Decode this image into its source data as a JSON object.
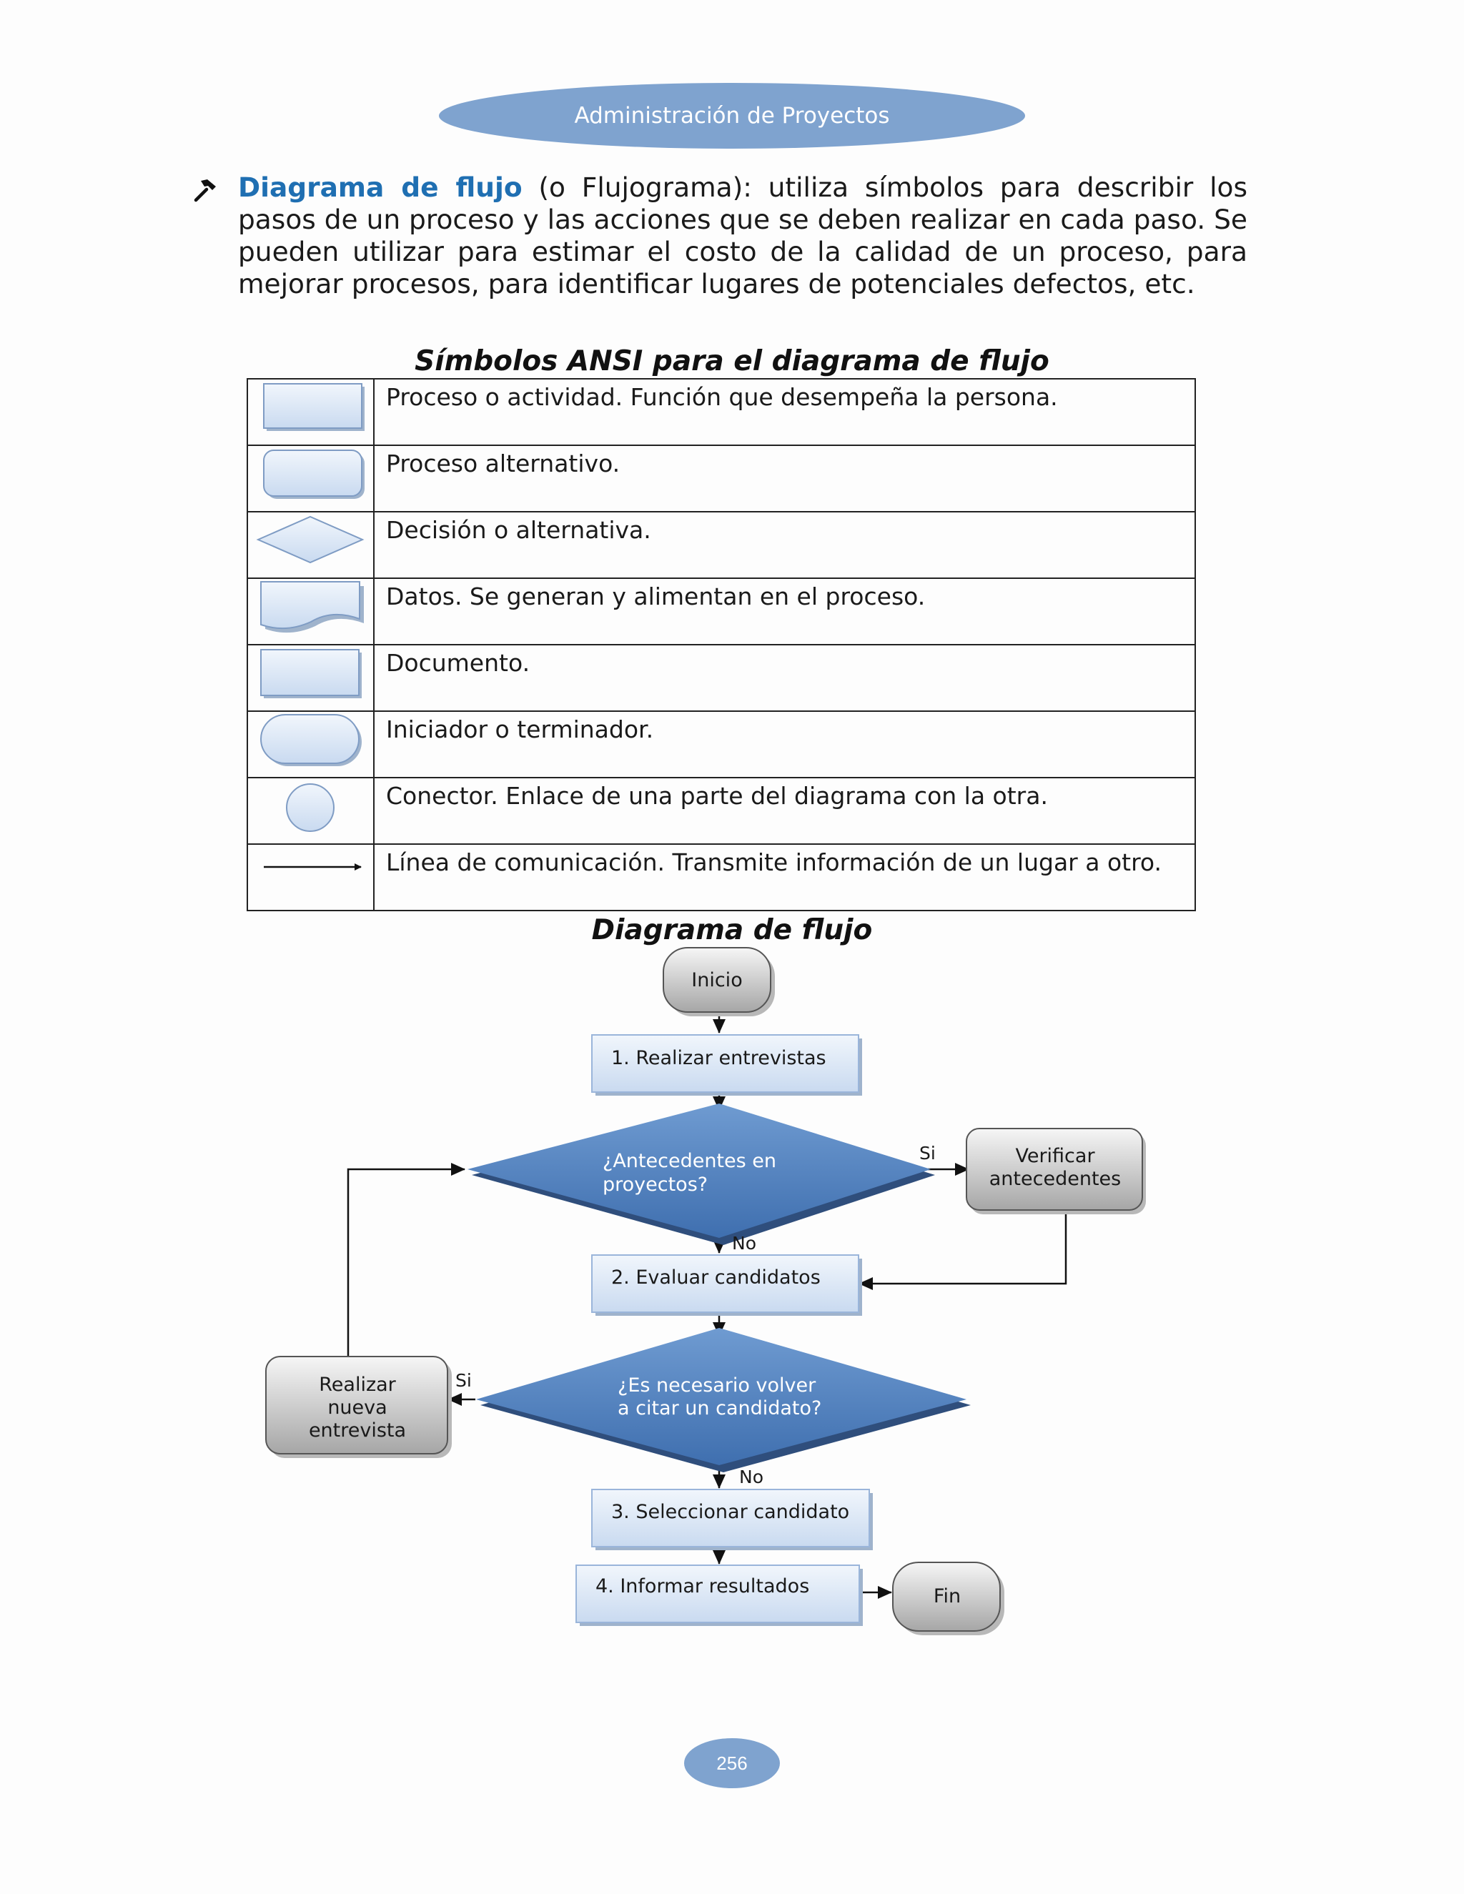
{
  "header": {
    "title": "Administración de Proyectos"
  },
  "intro": {
    "term": "Diagrama de flujo",
    "text": " (o Flujograma): utiliza símbolos para describir los pasos de un proceso y las acciones que se deben realizar en cada paso. Se pueden utilizar para estimar el costo de la calidad de un proceso, para mejorar procesos, para identificar lugares de potenciales defectos, etc."
  },
  "symbols_table": {
    "title": "Símbolos ANSI para el diagrama de flujo",
    "rows": [
      {
        "symbol": "process-rectangle",
        "description": "Proceso o actividad. Función que desempeña la persona."
      },
      {
        "symbol": "alternate-process-rounded-rectangle",
        "description": "Proceso alternativo."
      },
      {
        "symbol": "decision-diamond",
        "description": "Decisión o alternativa."
      },
      {
        "symbol": "data-wavy-rectangle",
        "description": "Datos. Se generan y alimentan en el proceso."
      },
      {
        "symbol": "document-rectangle",
        "description": "Documento."
      },
      {
        "symbol": "terminator-pill",
        "description": "Iniciador o terminador."
      },
      {
        "symbol": "connector-circle",
        "description": "Conector. Enlace de una parte del diagrama con la otra."
      },
      {
        "symbol": "arrow-line",
        "description": "Línea de comunicación. Transmite información de un lugar a otro."
      }
    ]
  },
  "flowchart": {
    "title": "Diagrama de flujo",
    "start": "Inicio",
    "step1": "1. Realizar entrevistas",
    "decision1": [
      "¿Antecedentes en",
      "proyectos?"
    ],
    "decision1_yes": "Si",
    "decision1_no": "No",
    "verify": [
      "Verificar",
      "antecedentes"
    ],
    "step2": "2. Evaluar candidatos",
    "decision2": [
      "¿Es necesario volver",
      "a citar un candidato?"
    ],
    "decision2_yes": "Si",
    "decision2_no": "No",
    "reinterview": [
      "Realizar",
      "nueva",
      "entrevista"
    ],
    "step3": "3. Seleccionar candidato",
    "step4": "4. Informar resultados",
    "end": "Fin"
  },
  "footer": {
    "page_number": "256"
  },
  "colors": {
    "accent_oval": "#7fa3cf",
    "term_blue": "#1f6fb2",
    "diamond_blue": "#4f7fbf",
    "box_light_blue": "#dde8f6"
  }
}
